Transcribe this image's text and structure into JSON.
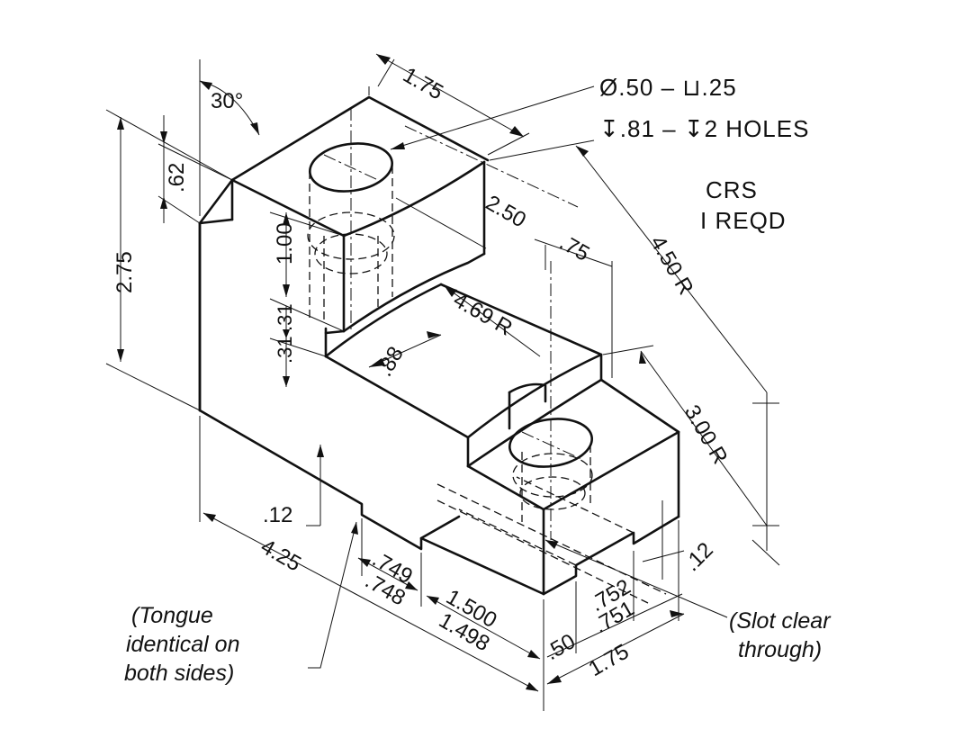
{
  "drawing": {
    "hole_callout_line1": "Ø.50 – ⊔.25",
    "hole_callout_line2": "↧.81 – ↧2 HOLES",
    "material": "CRS",
    "quantity": "I REQD",
    "tongue_note": [
      "(Tongue",
      "identical on",
      "both sides)"
    ],
    "slot_note": [
      "(Slot clear",
      "through)"
    ]
  },
  "dimensions": {
    "top_width": "1.75",
    "angle": "30°",
    "chamfer_height": ".62",
    "total_height": "2.75",
    "counterbore_depth": "1.00",
    "step_a": ".31",
    "step_b": ".31",
    "hole_spacing": "2.50",
    "hole_offset": ".75",
    "inner_radius": "4.69 R",
    "outer_radius": "4.50 R",
    "small_radius": "3.00 R",
    "depth_88": ".88",
    "tongue_height": ".12",
    "length": "4.25",
    "tongue_width_max": ".749",
    "tongue_width_min": ".748",
    "slot_pos_max": "1.500",
    "slot_pos_min": "1.498",
    "slot_edge": ".50",
    "slot_width_max": ".752",
    "slot_width_min": ".751",
    "front_width": "1.75",
    "slot_depth": ".12"
  }
}
